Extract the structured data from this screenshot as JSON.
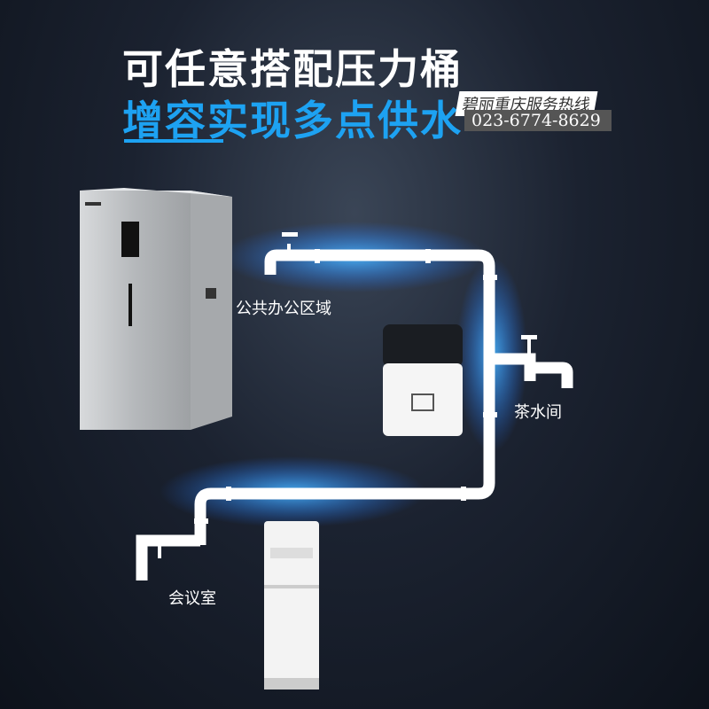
{
  "title": {
    "line1": "可任意搭配压力桶",
    "line2": "增容实现多点供水"
  },
  "hotline": {
    "label": "碧丽重庆服务热线",
    "phone": "023-6774-8629"
  },
  "locations": {
    "office": "公共办公区域",
    "tea_room": "茶水间",
    "meeting_room": "会议室"
  },
  "colors": {
    "accent": "#1da2f2",
    "pipe": "#ffffff"
  }
}
